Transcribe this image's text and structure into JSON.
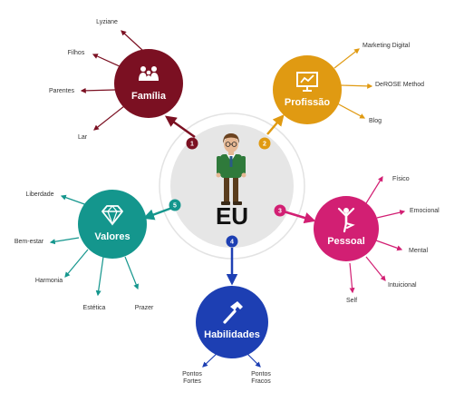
{
  "center": {
    "label": "EU"
  },
  "hubs": [
    {
      "id": "familia",
      "name": "Família",
      "number": "1",
      "color": "#7b1022",
      "icon": "family-icon",
      "leaves": [
        "Lyziane",
        "Filhos",
        "Parentes",
        "Lar"
      ]
    },
    {
      "id": "profissao",
      "name": "Profissão",
      "number": "2",
      "color": "#e09a12",
      "icon": "presentation-chart-icon",
      "leaves": [
        "Marketing Digital",
        "DeROSE Method",
        "Blog"
      ]
    },
    {
      "id": "pessoal",
      "name": "Pessoal",
      "number": "3",
      "color": "#d21f73",
      "icon": "yoga-pose-icon",
      "leaves": [
        "Físico",
        "Emocional",
        "Mental",
        "Intuicional",
        "Self"
      ]
    },
    {
      "id": "habilidades",
      "name": "Habilidades",
      "number": "4",
      "color": "#1d3fb3",
      "icon": "hammer-icon",
      "leaves": [
        "Pontos Fortes",
        "Pontos Fracos"
      ]
    },
    {
      "id": "valores",
      "name": "Valores",
      "number": "5",
      "color": "#14968d",
      "icon": "diamond-icon",
      "leaves": [
        "Liberdade",
        "Bem-estar",
        "Harmonia",
        "Estética",
        "Prazer"
      ]
    }
  ]
}
